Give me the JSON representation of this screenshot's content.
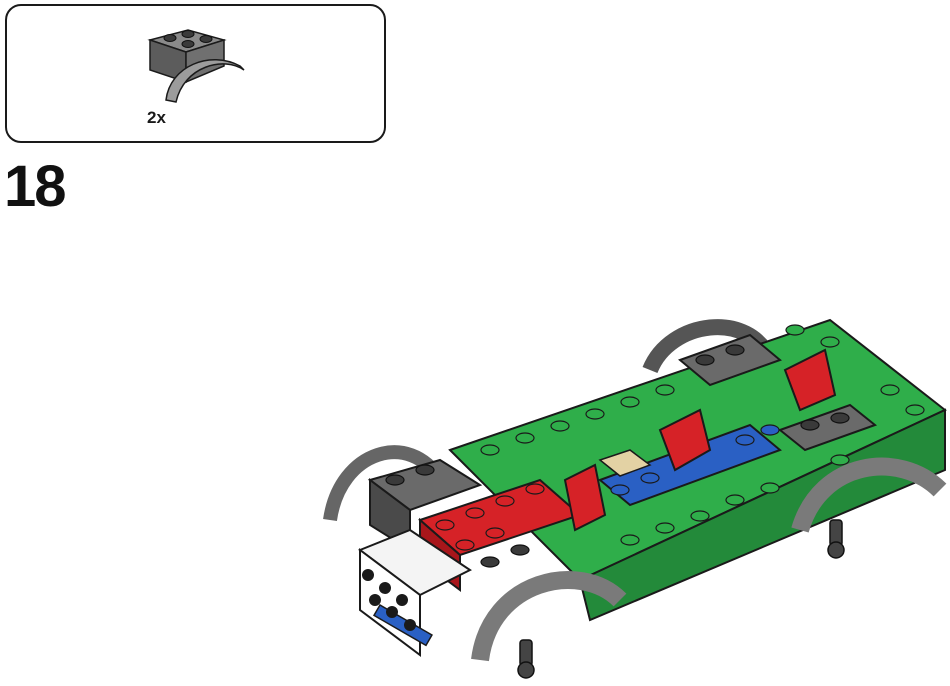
{
  "parts_callout": {
    "part": "mudguard-2x2-arch",
    "quantity_label": "2x"
  },
  "step": {
    "number": "18"
  },
  "colors": {
    "dark_gray": "#6f6f6f",
    "light_gray": "#b5b5b5",
    "green": "#2fae4a",
    "red": "#d62227",
    "blue": "#2a60c4",
    "tan": "#e3d2a4",
    "white": "#ffffff",
    "black": "#1a1a1a"
  }
}
